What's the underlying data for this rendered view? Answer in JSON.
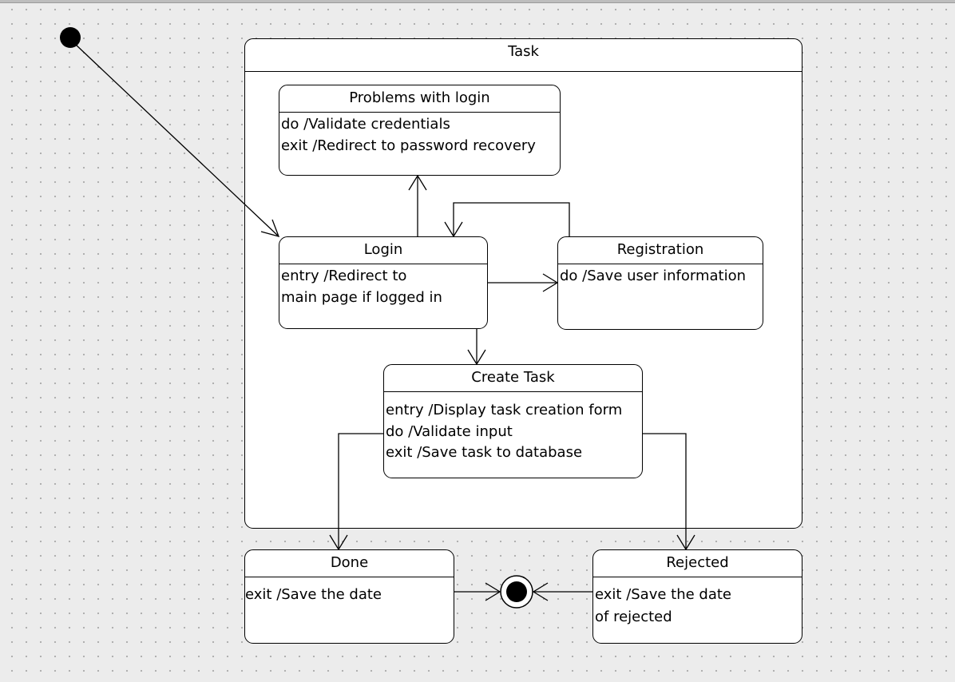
{
  "diagram": {
    "composite": {
      "title": "Task"
    },
    "states": {
      "problems": {
        "title": "Problems with login",
        "lines": [
          "do /Validate credentials",
          "exit /Redirect to password recovery"
        ]
      },
      "login": {
        "title": "Login",
        "lines": [
          "entry /Redirect to",
          "main page if logged in"
        ]
      },
      "registration": {
        "title": "Registration",
        "lines": [
          "do /Save user information"
        ]
      },
      "create_task": {
        "title": "Create Task",
        "lines": [
          "entry /Display task creation form",
          "do /Validate input",
          "exit /Save task to database"
        ]
      },
      "done": {
        "title": "Done",
        "lines": [
          "exit /Save the date"
        ]
      },
      "rejected": {
        "title": "Rejected",
        "lines": [
          "exit /Save the date",
          "of rejected"
        ]
      }
    }
  }
}
